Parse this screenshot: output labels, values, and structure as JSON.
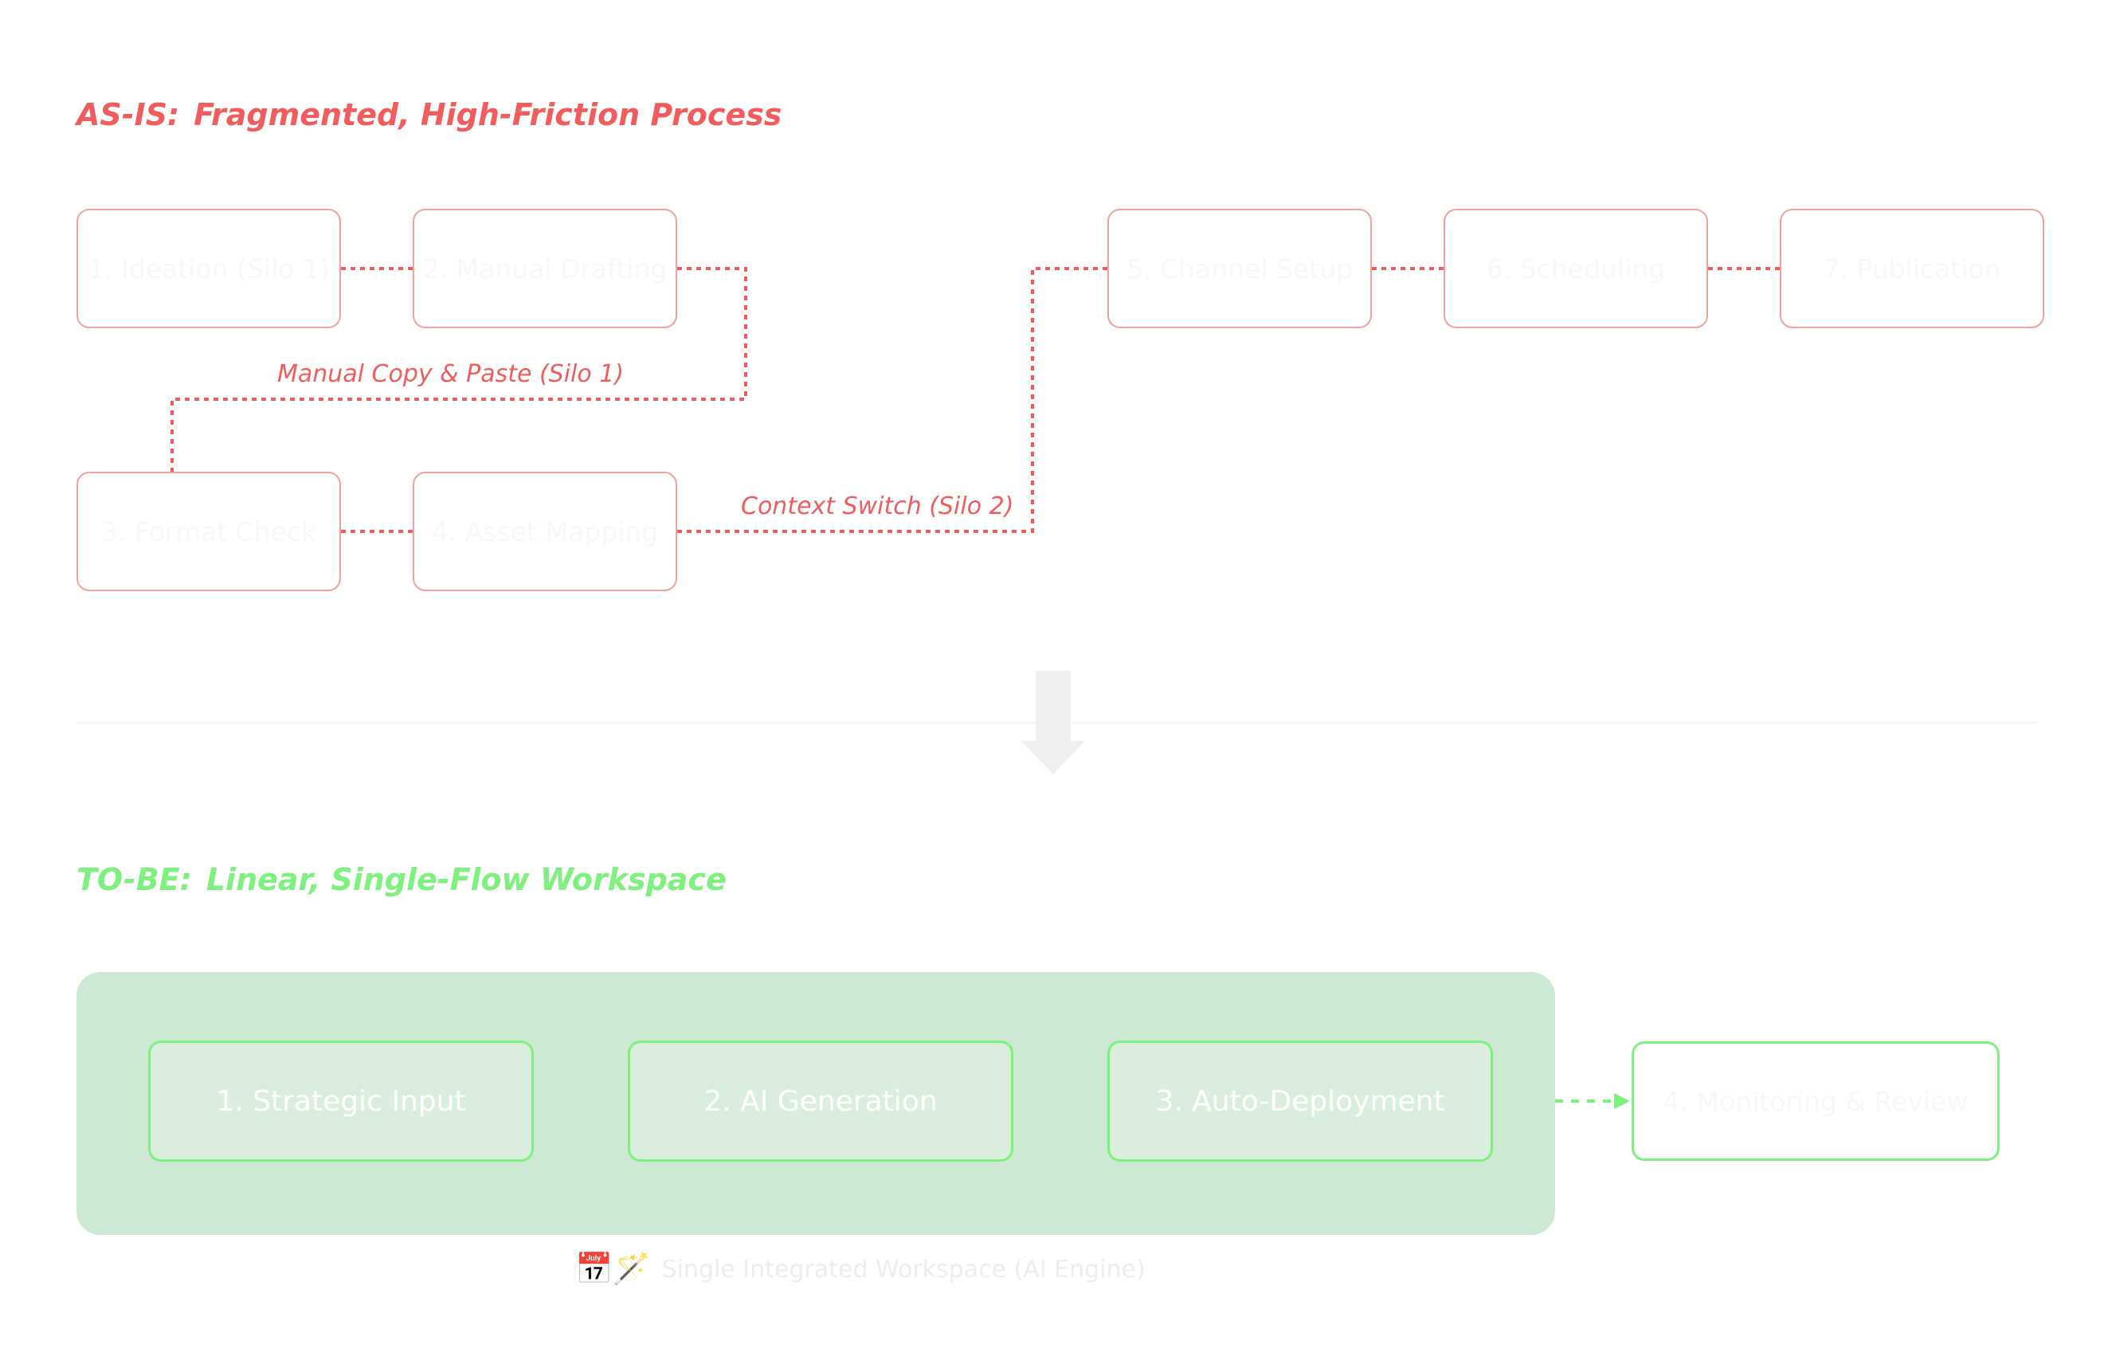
{
  "colors": {
    "asis": "#f25c5c",
    "asis_border": "#f4a0a0",
    "tobe": "#7ef07e",
    "tobe_container": "#cde8d3",
    "tobe_box_fill": "#d9eedd",
    "divider": "#f5f5f5",
    "arrow": "#efefef"
  },
  "asis": {
    "prefix": "AS-IS:",
    "title": "Fragmented, High-Friction Process",
    "steps": [
      {
        "label": "1. Ideation (Silo 1)"
      },
      {
        "label": "2. Manual Drafting"
      },
      {
        "label": "3. Format Check"
      },
      {
        "label": "4. Asset Mapping"
      },
      {
        "label": "5. Channel Setup"
      },
      {
        "label": "6. Scheduling"
      },
      {
        "label": "7. Publication"
      }
    ],
    "connector_labels": {
      "silo1": "Manual Copy & Paste (Silo 1)",
      "silo2": "Context Switch (Silo 2)"
    }
  },
  "tobe": {
    "prefix": "TO-BE:",
    "title": "Linear, Single-Flow Workspace",
    "steps": [
      {
        "label": "1. Strategic Input"
      },
      {
        "label": "2. AI Generation"
      },
      {
        "label": "3. Auto-Deployment"
      }
    ],
    "outcome": {
      "label": "4. Monitoring & Review"
    },
    "caption": {
      "icon": "calendar-magic-wand-icon",
      "text": "Single Integrated Workspace (AI Engine)"
    }
  }
}
